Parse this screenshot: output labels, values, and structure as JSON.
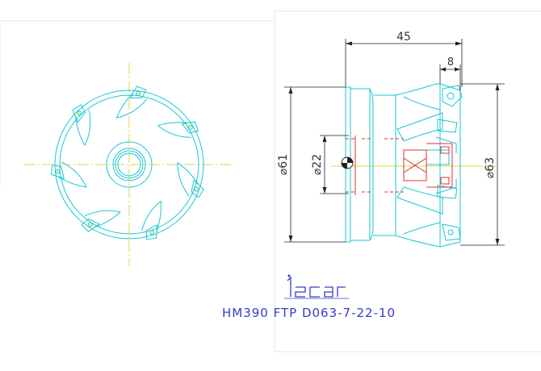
{
  "drawing": {
    "brand": "iscar",
    "part_number": "HM390 FTP D063-7-22-10",
    "dimensions": {
      "overall_length": "45",
      "insert_width": "8",
      "body_diameter": "⌀61",
      "bore_diameter": "⌀22",
      "cutting_diameter": "⌀63"
    },
    "tooth_count": 7
  },
  "colors": {
    "cutter_outline": "#19c6d6",
    "centerline": "#d8d840",
    "section_line": "#dd3333",
    "dimension_line": "#222222",
    "caption": "#3a3acc",
    "background": "#ffffff"
  }
}
